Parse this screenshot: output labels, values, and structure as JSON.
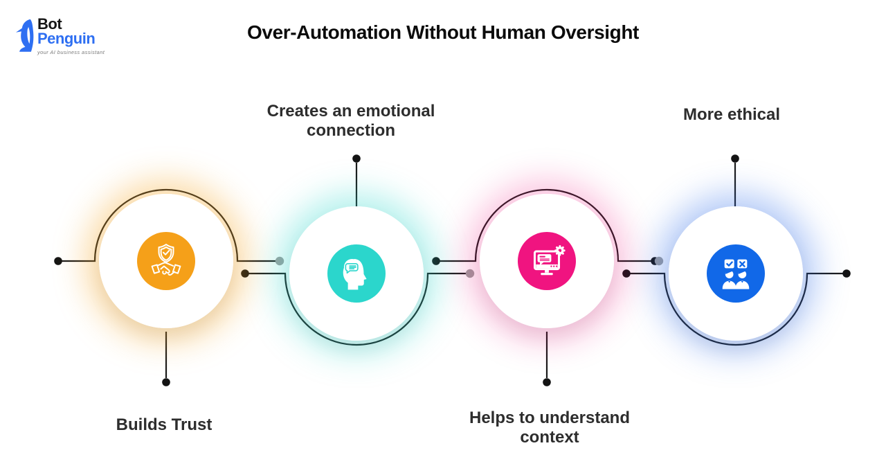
{
  "logo": {
    "icon": "penguin-icon",
    "bot": "Bot",
    "penguin": "Penguin",
    "tagline": "your AI business assistant",
    "brand_blue": "#2E6FF2"
  },
  "title": "Over-Automation Without Human Oversight",
  "title_color": "#0B0B0B",
  "label_color": "#2D2D2D",
  "connector": {
    "line_color": "#1A1A1A",
    "dot_black": "#141414",
    "dot_gray": "#9E9E9E"
  },
  "nodes": [
    {
      "label": "Builds Trust",
      "label_position": "below",
      "icon": "shield-handshake-icon",
      "accent": "#F5A019",
      "glow": "rgba(246,166,36,0.40)"
    },
    {
      "label": "Creates an emotional connection",
      "label_position": "above",
      "icon": "head-speech-bubble-icon",
      "accent": "#2BD6CC",
      "glow": "rgba(43,214,204,0.35)"
    },
    {
      "label": "Helps to understand context",
      "label_position": "below",
      "icon": "monitor-chat-gear-icon",
      "accent": "#F01480",
      "glow": "rgba(240,20,128,0.25)"
    },
    {
      "label": "More ethical",
      "label_position": "above",
      "icon": "people-approve-reject-icon",
      "accent": "#1168E8",
      "glow": "rgba(45,110,235,0.35)"
    }
  ]
}
